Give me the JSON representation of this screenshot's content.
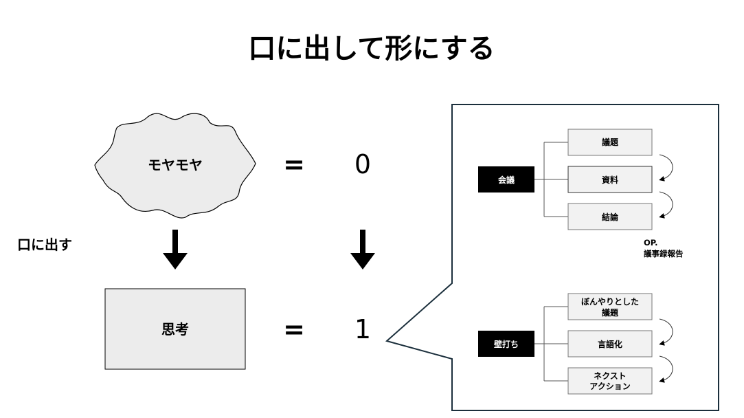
{
  "title": "口に出して形にする",
  "left": {
    "cloud_label": "モヤモヤ",
    "equals_top": "=",
    "value_top": "0",
    "action_label": "口に出す",
    "box_label": "思考",
    "equals_bottom": "=",
    "value_bottom": "1"
  },
  "panel": {
    "meeting": {
      "label": "会議",
      "steps": [
        "議題",
        "資料",
        "結論"
      ],
      "note_line1": "OP.",
      "note_line2": "議事録報告"
    },
    "sparring": {
      "label": "壁打ち",
      "steps": [
        {
          "line1": "ぼんやりとした",
          "line2": "議題"
        },
        {
          "line1": "言語化"
        },
        {
          "line1": "ネクスト",
          "line2": "アクション"
        }
      ]
    }
  },
  "colors": {
    "panel_border": "#1b2f3c",
    "box_fill": "#f2f2f2",
    "cloud_fill": "#ececec"
  }
}
